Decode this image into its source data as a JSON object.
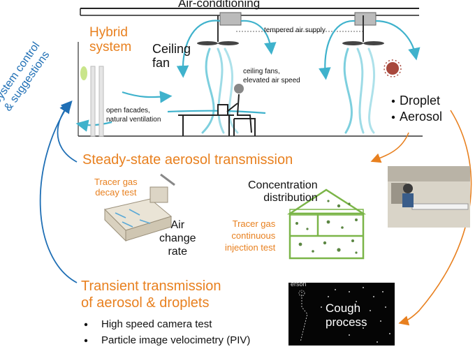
{
  "top": {
    "ac_label": "Air-conditioning",
    "hybrid_label": "Hybrid\nsystem",
    "ceiling_fan_label": "Ceiling\nfan",
    "tempered_label": "tempered air supply",
    "ceiling_fans_note": "ceiling fans,\nelevated air speed",
    "open_facades_note": "open facades,\nnatural ventilation",
    "bullets": [
      "Droplet",
      "Aerosol"
    ]
  },
  "side_label": "System control\n& suggestions",
  "steady": {
    "title": "Steady-state aerosol transmission",
    "tracer_decay": "Tracer gas\ndecay test",
    "air_change": "Air\nchange\nrate",
    "concentration": "Concentration\ndistribution",
    "tracer_continuous": "Tracer gas\ncontinuous\ninjection test"
  },
  "transient": {
    "title": "Transient transmission\nof aerosol & droplets",
    "bullets": [
      "High speed camera test",
      "Particle image velocimetry (PIV)"
    ],
    "cough_label": "Cough\nprocess",
    "photo_corner_text": "erson"
  },
  "colors": {
    "orange": "#e8801f",
    "blue": "#1f6fb5",
    "airflow": "#5cc3d6"
  }
}
